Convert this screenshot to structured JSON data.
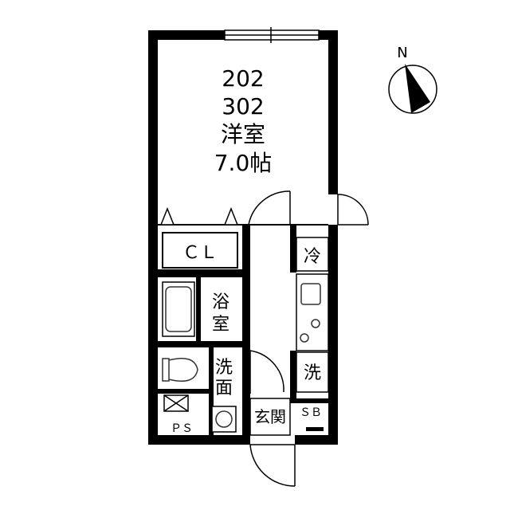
{
  "floorplan": {
    "room_numbers": [
      "202",
      "302"
    ],
    "main_room": {
      "name": "洋室",
      "size": "7.0帖"
    },
    "closet": "ＣＬ",
    "fridge": "冷",
    "bathroom": [
      "浴",
      "室"
    ],
    "washroom": [
      "洗",
      "面"
    ],
    "washer": "洗",
    "entrance": "玄関",
    "shoe_box": "ＳＢ",
    "pipe_space": "ＰＳ"
  },
  "compass": {
    "north_label": "N"
  },
  "colors": {
    "wall": "#000000",
    "background": "#ffffff",
    "fixture_stroke": "#333333"
  }
}
